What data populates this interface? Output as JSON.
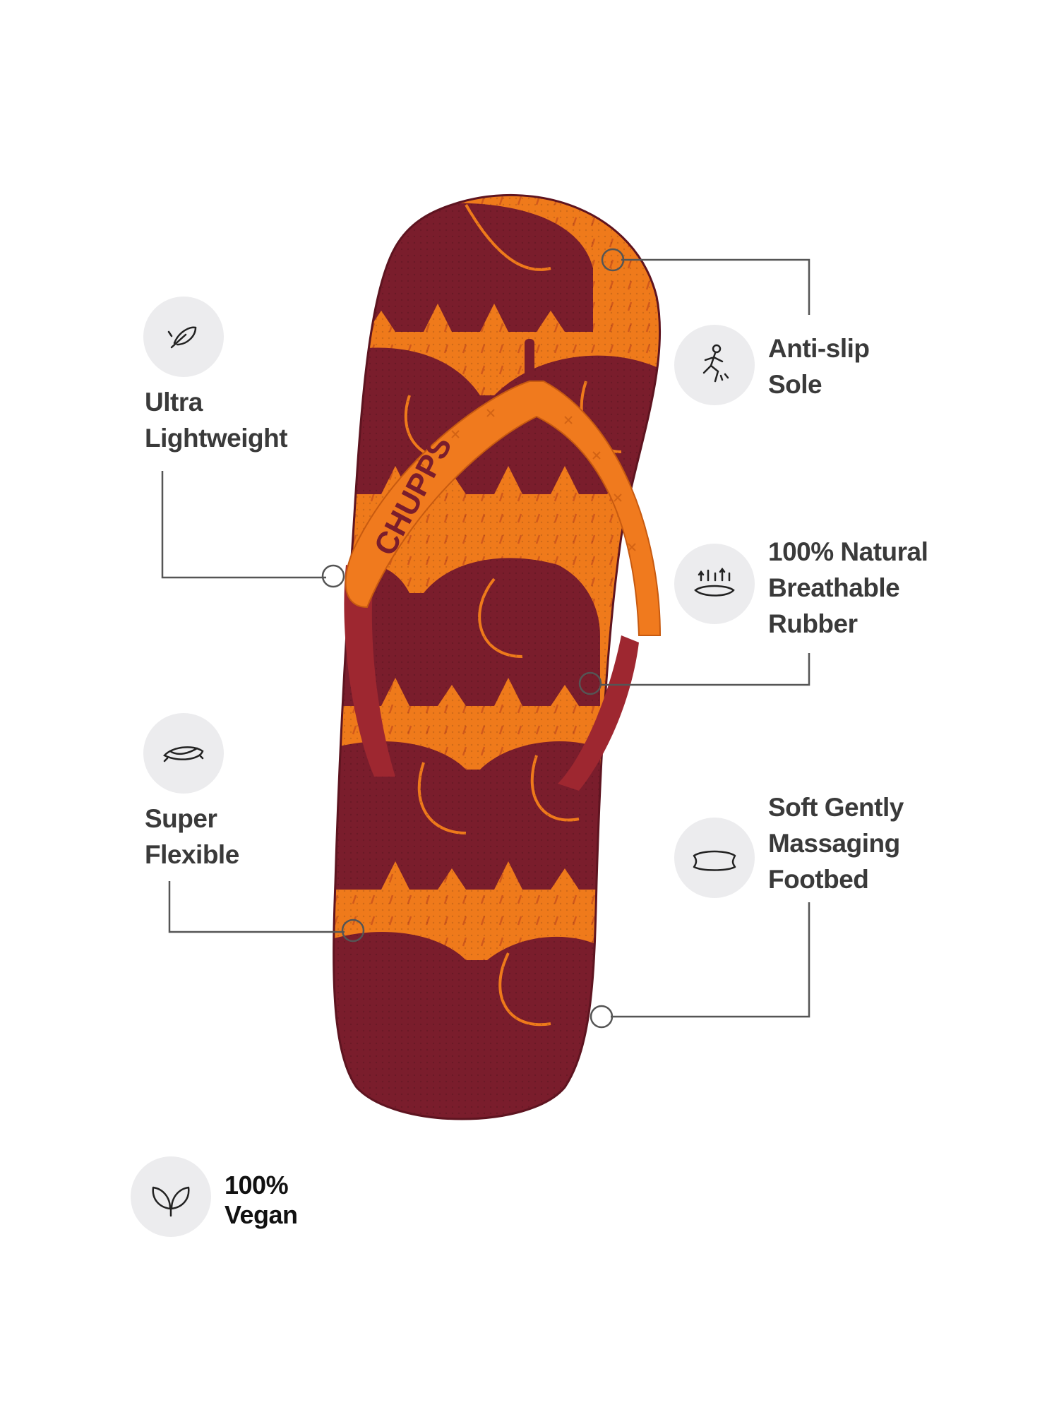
{
  "brand": "CHUPPS",
  "colors": {
    "sole_maroon": "#7a1d2c",
    "pattern_orange": "#ef7a1b",
    "strap_orange": "#f07a1e",
    "strap_back": "#9e2730",
    "callout_line": "#555555",
    "text": "#3a3a3a",
    "icon_bg": "#ececee"
  },
  "features": {
    "ultra_lightweight": {
      "icon": "feather-icon",
      "lines": [
        "Ultra",
        "Lightweight"
      ]
    },
    "super_flexible": {
      "icon": "flexible-sole-icon",
      "lines": [
        "Super",
        "Flexible"
      ]
    },
    "anti_slip": {
      "icon": "anti-slip-icon",
      "lines": [
        "Anti-slip",
        "Sole"
      ]
    },
    "natural_rubber": {
      "icon": "breathable-rubber-icon",
      "lines": [
        "100% Natural",
        "Breathable",
        "Rubber"
      ]
    },
    "soft_footbed": {
      "icon": "cushion-icon",
      "lines": [
        "Soft Gently",
        "Massaging",
        "Footbed"
      ]
    },
    "vegan": {
      "icon": "leaves-icon",
      "lines": [
        "100%",
        "Vegan"
      ]
    }
  }
}
